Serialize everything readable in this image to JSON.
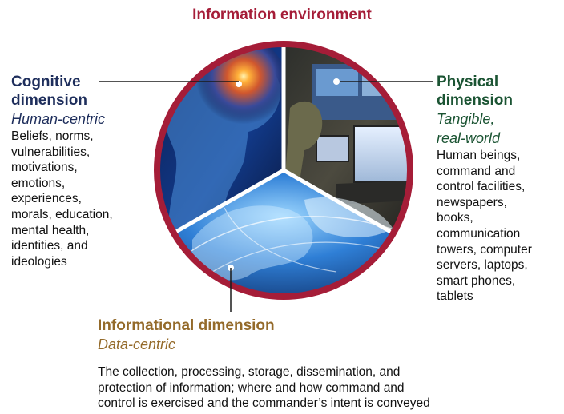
{
  "title": "Information environment",
  "colors": {
    "ring": "#a51d38",
    "cognitive": "#1e2e5c",
    "physical": "#1b5433",
    "informational": "#946a2a"
  },
  "cognitive": {
    "heading": [
      "Cognitive",
      "dimension"
    ],
    "subtitle": [
      "Human-centric"
    ],
    "body": [
      "Beliefs, norms,",
      "vulnerabilities,",
      "motivations,",
      "emotions,",
      "experiences,",
      "morals, education,",
      "mental health,",
      "identities, and",
      "ideologies"
    ]
  },
  "physical": {
    "heading": [
      "Physical",
      "dimension"
    ],
    "subtitle": [
      "Tangible,",
      "real-world"
    ],
    "body": [
      "Human beings,",
      "command and",
      "control facilities,",
      "newspapers,",
      "books,",
      "communication",
      "towers, computer",
      "servers, laptops,",
      "smart phones,",
      "tablets"
    ]
  },
  "informational": {
    "heading": [
      "Informational dimension"
    ],
    "subtitle": [
      "Data-centric"
    ],
    "body": [
      "The collection, processing, storage, dissemination, and",
      "protection of information; where and how command and",
      "control is exercised and the commander’s intent is conveyed"
    ]
  },
  "segments": {
    "cognitive_image": "human-head-brain-image",
    "physical_image": "operator-at-computer-screens-image",
    "informational_image": "network-globe-image"
  }
}
